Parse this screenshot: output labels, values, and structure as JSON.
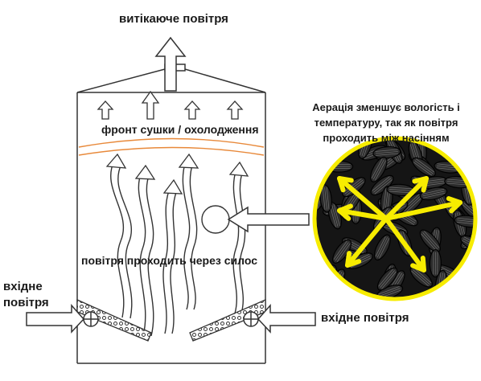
{
  "labels": {
    "outgoing_air": "витікаюче повітря",
    "drying_front": "фронт сушки / охолодження",
    "air_through_silo": "повітря проходить через силос",
    "incoming_air_left_line1": "вхідне",
    "incoming_air_left_line2": "повітря",
    "incoming_air_right": "вхідне повітря",
    "aeration_note": "Аерація зменшує вологість і температуру, так як повітря проходить між насінням"
  },
  "colors": {
    "ink": "#1a1a1a",
    "drying_front_line": "#e8893a",
    "zoom_circle_border": "#f7ec00",
    "seed_arrows": "#f7ec00",
    "seeds_background": "#151515"
  },
  "icons": {
    "fan": "fan-plus-icon",
    "seed_arrows": "radiating-arrows-icon"
  }
}
